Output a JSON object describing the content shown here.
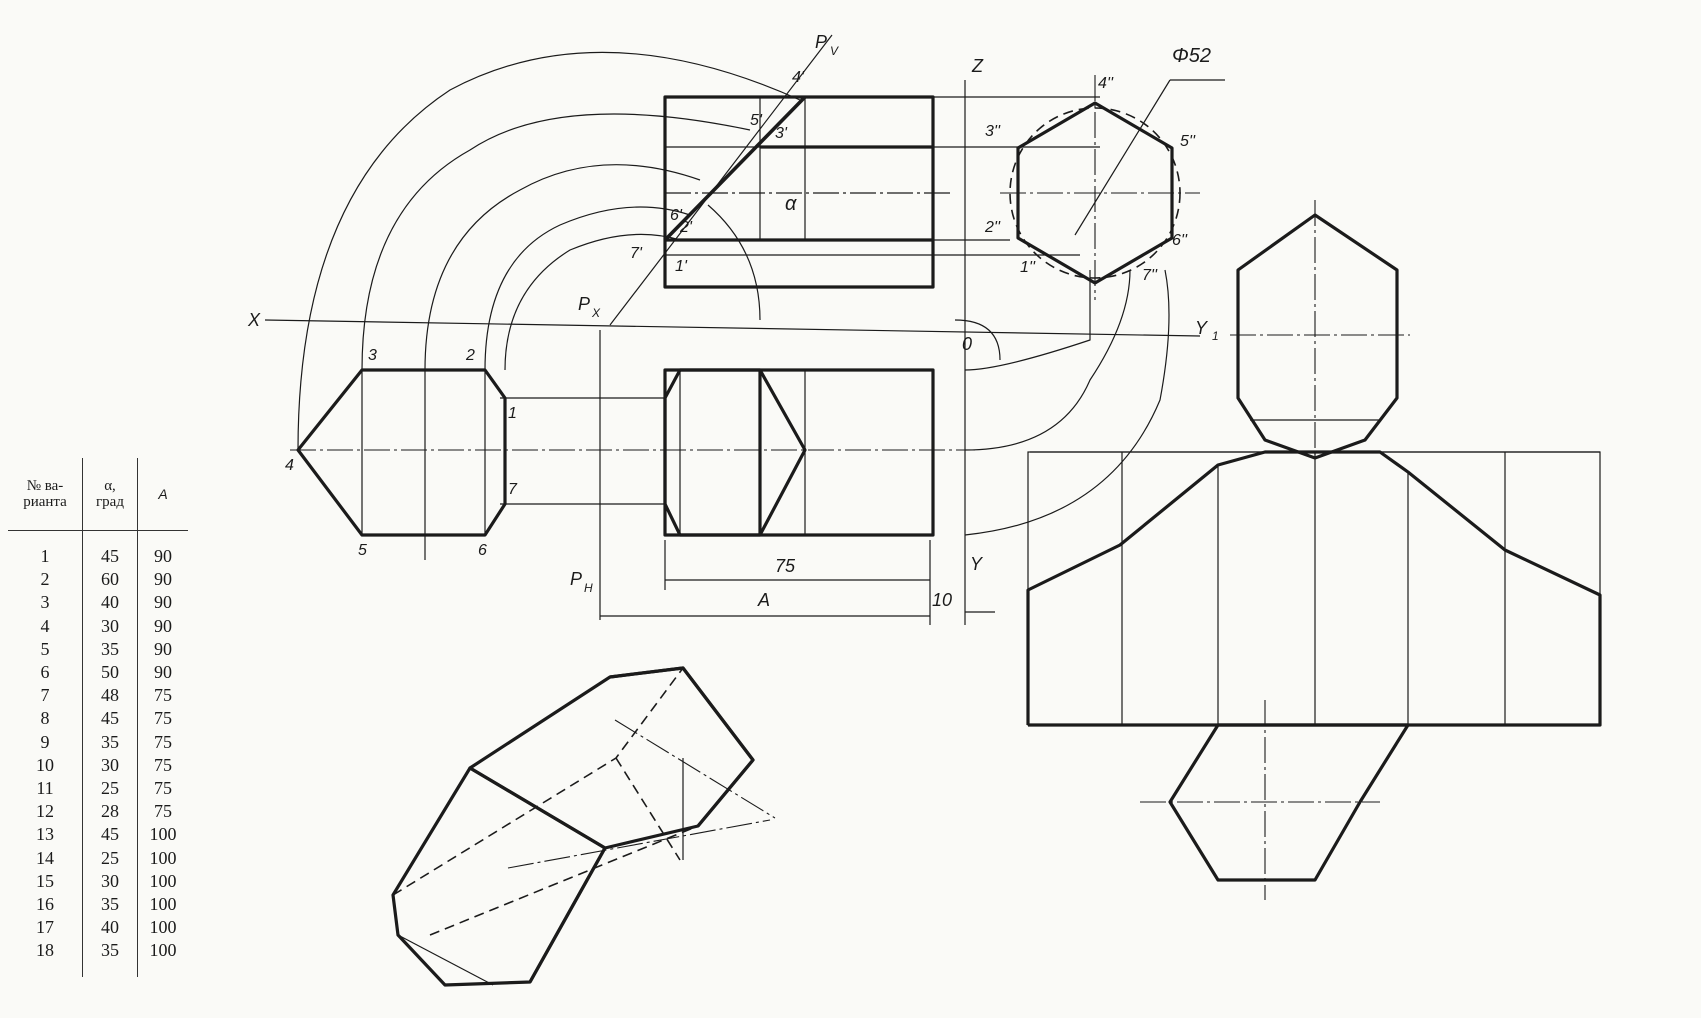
{
  "table": {
    "headers": [
      "№ ва-\nрианта",
      "α,\nград",
      "A"
    ],
    "rows": [
      [
        "1",
        "45",
        "90"
      ],
      [
        "2",
        "60",
        "90"
      ],
      [
        "3",
        "40",
        "90"
      ],
      [
        "4",
        "30",
        "90"
      ],
      [
        "5",
        "35",
        "90"
      ],
      [
        "6",
        "50",
        "90"
      ],
      [
        "7",
        "48",
        "75"
      ],
      [
        "8",
        "45",
        "75"
      ],
      [
        "9",
        "35",
        "75"
      ],
      [
        "10",
        "30",
        "75"
      ],
      [
        "11",
        "25",
        "75"
      ],
      [
        "12",
        "28",
        "75"
      ],
      [
        "13",
        "45",
        "100"
      ],
      [
        "14",
        "25",
        "100"
      ],
      [
        "15",
        "30",
        "100"
      ],
      [
        "16",
        "35",
        "100"
      ],
      [
        "17",
        "40",
        "100"
      ],
      [
        "18",
        "35",
        "100"
      ]
    ]
  },
  "drawing": {
    "axes": {
      "x": "X",
      "y1": "Y",
      "z": "Z",
      "origin": "0",
      "y": "Y"
    },
    "planes": {
      "pv": "P",
      "pv_sub": "V",
      "px": "P",
      "px_sub": "X",
      "ph": "P",
      "ph_sub": "H"
    },
    "angle_label": "α",
    "diameter_label": "Φ52",
    "dimensions": {
      "length": "75",
      "a": "A",
      "offset": "10"
    },
    "front_points": [
      "1'",
      "2'",
      "3'",
      "4'",
      "5'",
      "6'",
      "7'"
    ],
    "side_points": [
      "1''",
      "2''",
      "3''",
      "4''",
      "5''",
      "6''",
      "7''"
    ],
    "top_points": [
      "1",
      "2",
      "3",
      "4",
      "5",
      "6",
      "7"
    ]
  }
}
